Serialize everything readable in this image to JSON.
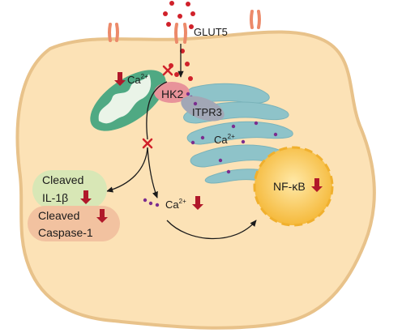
{
  "labels": {
    "transporter": "GLUT5",
    "enzyme": "HK2",
    "receptor": "ITPR3",
    "ca_mito": "Ca",
    "ca_er": "Ca",
    "ca_cyto": "Ca",
    "ca_charge": "2+",
    "il1b_line1": "Cleaved",
    "il1b_line2": "IL-1β",
    "casp_line1": "Cleaved",
    "casp_line2": "Caspase-1",
    "nfkb": "NF-κB"
  },
  "colors": {
    "cell_fill": "#fce2b6",
    "cell_border": "#e8c28a",
    "mitochondrion": "#4fa983",
    "er": "#8ec3c9",
    "hk2": "#e8939a",
    "itpr3": "#a2a7b6",
    "glucose_dot": "#d0212a",
    "ca_dot": "#7b2d8e",
    "inhibit_mark": "#d0212a",
    "down_arrow": "#b0182a",
    "nfkb_fill": "#f7c948",
    "il1b_box": "#d8e7b6",
    "caspase_box": "#f2c2a0",
    "channel": "#ec8a6a"
  },
  "icons": [
    "down-arrow-icon",
    "inhibit-x-icon",
    "transport-channel-icon"
  ]
}
